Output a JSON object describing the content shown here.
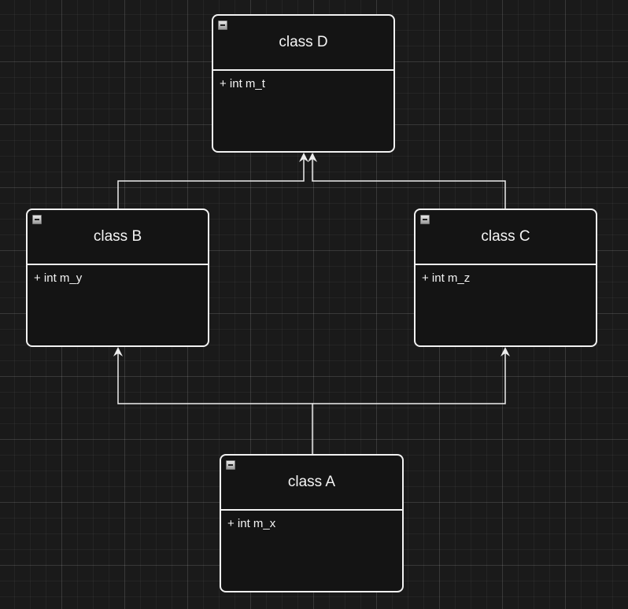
{
  "diagram": {
    "classes": [
      {
        "id": "D",
        "name": "class D",
        "attributes": [
          "+ int m_t"
        ]
      },
      {
        "id": "B",
        "name": "class B",
        "attributes": [
          "+ int m_y"
        ]
      },
      {
        "id": "C",
        "name": "class C",
        "attributes": [
          "+ int m_z"
        ]
      },
      {
        "id": "A",
        "name": "class A",
        "attributes": [
          "+ int m_x"
        ]
      }
    ],
    "inheritance": [
      {
        "from": "B",
        "to": "D"
      },
      {
        "from": "C",
        "to": "D"
      },
      {
        "from": "A",
        "to": "B"
      },
      {
        "from": "A",
        "to": "C"
      }
    ],
    "colors": {
      "background": "#1a1a1a",
      "stroke": "#f2f2f2",
      "fill": "#141414",
      "text": "#f4f4f4"
    }
  }
}
